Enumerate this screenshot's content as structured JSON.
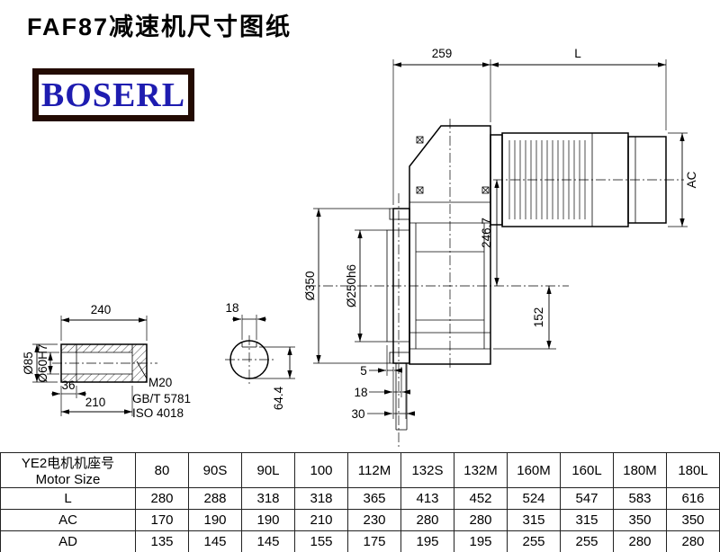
{
  "page": {
    "title": "FAF87减速机尺寸图纸",
    "brand": "BOSERL",
    "brand_color": "#1e1cb0",
    "line_color": "#000000"
  },
  "drawing": {
    "dims": {
      "top_width": "259",
      "motor_length": "L",
      "motor_diameter": "AC",
      "flange_diameter": "Ø350",
      "spigot_diameter": "Ø250h6",
      "axis_height": "246.7",
      "bottom_height": "152",
      "offset_5": "5",
      "offset_18": "18",
      "offset_30": "30",
      "key_height": "64.4",
      "shaft_length": "240",
      "hub_diameter": "Ø85",
      "bore_diameter": "Ø60H7",
      "step_length": "36",
      "bore_length": "210",
      "keyway_width": "18",
      "thread": "M20",
      "standard1": "GB/T 5781",
      "standard2": "ISO 4018"
    }
  },
  "table": {
    "header": {
      "label_cn": "YE2电机机座号",
      "label_en": "Motor Size"
    },
    "sizes": [
      "80",
      "90S",
      "90L",
      "100",
      "112M",
      "132S",
      "132M",
      "160M",
      "160L",
      "180M",
      "180L"
    ],
    "rows": [
      {
        "label": "L",
        "values": [
          "280",
          "288",
          "318",
          "318",
          "365",
          "413",
          "452",
          "524",
          "547",
          "583",
          "616"
        ]
      },
      {
        "label": "AC",
        "values": [
          "170",
          "190",
          "190",
          "210",
          "230",
          "280",
          "280",
          "315",
          "315",
          "350",
          "350"
        ]
      },
      {
        "label": "AD",
        "values": [
          "135",
          "145",
          "145",
          "155",
          "175",
          "195",
          "195",
          "255",
          "255",
          "280",
          "280"
        ]
      }
    ]
  }
}
